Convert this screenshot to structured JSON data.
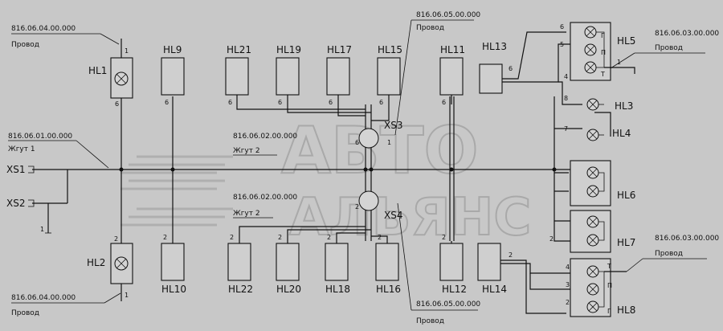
{
  "refs": {
    "tl_code": "816.06.04.00.000",
    "tl_word": "Провод",
    "harness1_code": "816.06.01.00.000",
    "harness1_word": "Жгут 1",
    "harness2a_code": "816.06.02.00.000",
    "harness2a_word": "Жгут 2",
    "harness2b_code": "816.06.02.00.000",
    "harness2b_word": "Жгут 2",
    "top_mid_code": "816.06.05.00.000",
    "top_mid_word": "Провод",
    "top_right_code": "816.06.03.00.000",
    "top_right_word": "Провод",
    "mid_right_code": "816.06.03.00.000",
    "mid_right_word": "Провод",
    "bl_code": "816.06.04.00.000",
    "bl_word": "Провод",
    "bot_mid_code": "816.06.05.00.000",
    "bot_mid_word": "Провод"
  },
  "connectors": {
    "xs1": "XS1",
    "xs2": "XS2",
    "xs3": "XS3",
    "xs4": "XS4"
  },
  "lamps": {
    "hl1": "HL1",
    "hl2": "HL2",
    "hl3": "HL3",
    "hl4": "HL4",
    "hl5": "HL5",
    "hl6": "HL6",
    "hl7": "HL7",
    "hl8": "HL8"
  },
  "units": {
    "hl9": "HL9",
    "hl21": "HL21",
    "hl19": "HL19",
    "hl17": "HL17",
    "hl15": "HL15",
    "hl11": "HL11",
    "hl13": "HL13",
    "hl10": "HL10",
    "hl22": "HL22",
    "hl20": "HL20",
    "hl18": "HL18",
    "hl16": "HL16",
    "hl12": "HL12",
    "hl14": "HL14"
  },
  "pins": {
    "p1": "1",
    "p2": "2",
    "p3": "3",
    "p4": "4",
    "p5": "5",
    "p6": "6",
    "p7": "7",
    "p8": "8",
    "t": "Т",
    "p": "П",
    "g": "Г"
  },
  "watermark": {
    "line1": "АВТО",
    "line2": "АЛЬЯНС"
  }
}
